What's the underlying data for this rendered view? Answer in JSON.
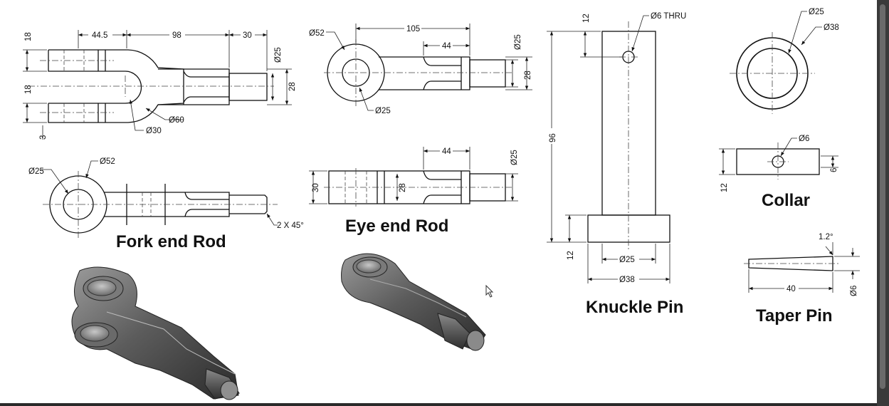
{
  "titles": {
    "fork_end_rod": "Fork end Rod",
    "eye_end_rod": "Eye end Rod",
    "knuckle_pin": "Knuckle Pin",
    "collar": "Collar",
    "taper_pin": "Taper Pin"
  },
  "fork_end_rod": {
    "dims": {
      "d18_top": "18",
      "d18_bottom": "18",
      "d3": "3",
      "d44_5": "44.5",
      "d98": "98",
      "d30": "30",
      "dia25": "Ø25",
      "d28": "28",
      "dia60": "Ø60",
      "dia30": "Ø30",
      "dia25_view": "Ø25",
      "dia52_view": "Ø52",
      "chamfer": "2 X 45°"
    }
  },
  "eye_end_rod": {
    "dims": {
      "dia52": "Ø52",
      "d105": "105",
      "d44_top": "44",
      "dia25_top": "Ø25",
      "d28_top": "28",
      "dia25_eye": "Ø25",
      "d44_bottom": "44",
      "d30": "30",
      "d28_bottom": "28",
      "dia25_bottom": "Ø25"
    }
  },
  "knuckle_pin": {
    "dims": {
      "d12_top": "12",
      "dia6_thru": "Ø6 THRU",
      "d96": "96",
      "d12_bottom": "12",
      "dia25": "Ø25",
      "dia38": "Ø38"
    }
  },
  "collar": {
    "dims": {
      "dia25": "Ø25",
      "dia38": "Ø38",
      "dia6": "Ø6",
      "d12": "12",
      "d6": "6"
    }
  },
  "taper_pin": {
    "dims": {
      "angle": "1.2°",
      "d40": "40",
      "dia6": "Ø6"
    }
  }
}
